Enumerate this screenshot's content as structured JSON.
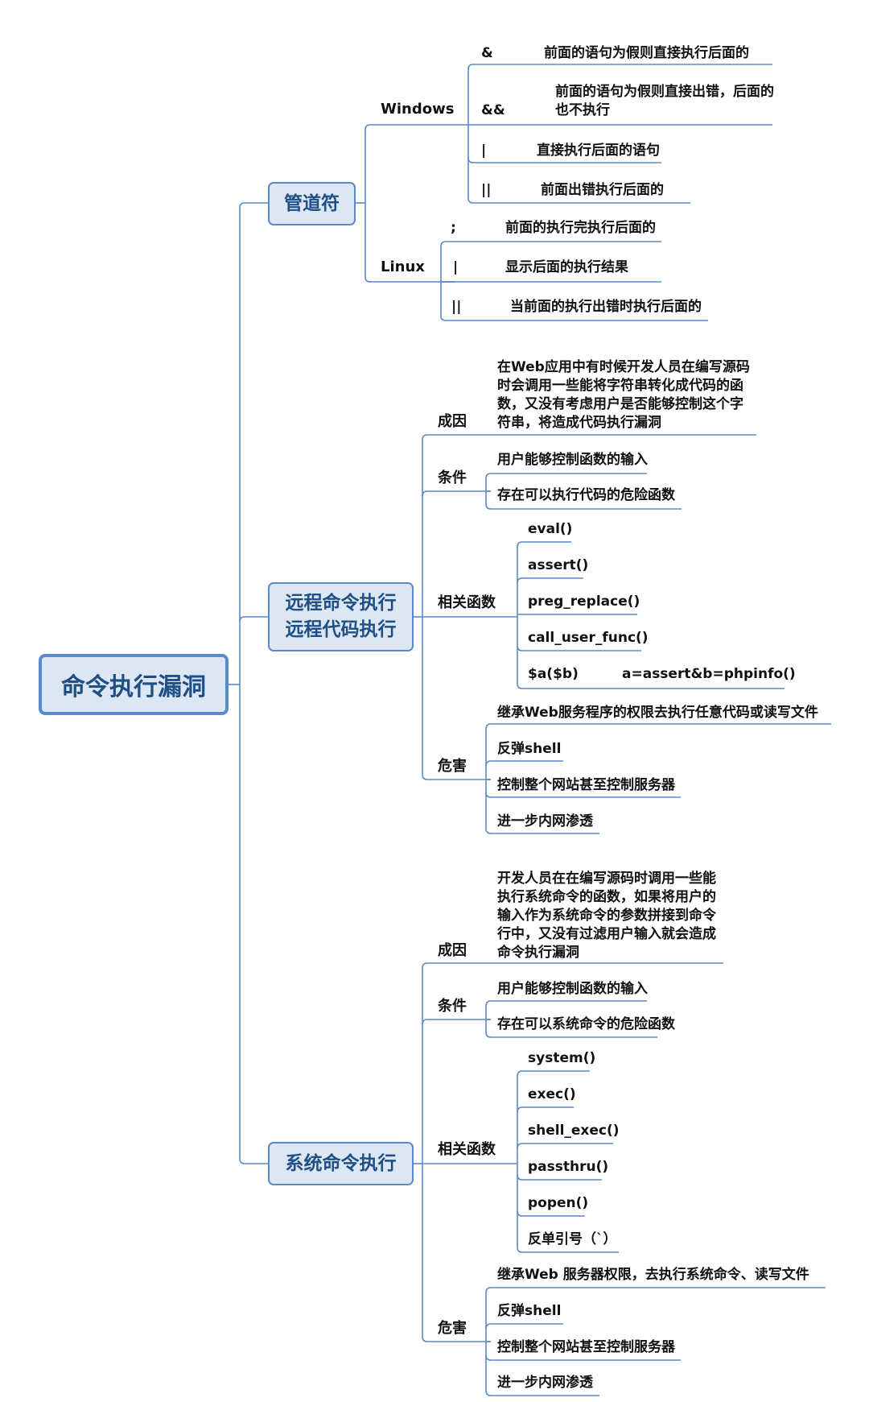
{
  "root": "命令执行漏洞",
  "pipe": {
    "title": "管道符",
    "windows": {
      "label": "Windows",
      "items": [
        {
          "key": "&",
          "desc": "前面的语句为假则直接执行后面的"
        },
        {
          "key": "&&",
          "desc": "前面的语句为假则直接出错，后面的也不执行"
        },
        {
          "key": "|",
          "desc": "直接执行后面的语句"
        },
        {
          "key": "||",
          "desc": "前面出错执行后面的"
        }
      ]
    },
    "linux": {
      "label": "Linux",
      "items": [
        {
          "key": ";",
          "desc": "前面的执行完执行后面的"
        },
        {
          "key": "|",
          "desc": "显示后面的执行结果"
        },
        {
          "key": "||",
          "desc": "当前面的执行出错时执行后面的"
        }
      ]
    }
  },
  "rce": {
    "title": "远程命令执行\n远程代码执行",
    "cause_label": "成因",
    "cause": "在Web应用中有时候开发人员在编写源码时会调用一些能将字符串转化成代码的函数，又没有考虑用户是否能够控制这个字符串，将造成代码执行漏洞",
    "cond_label": "条件",
    "conditions": [
      "用户能够控制函数的输入",
      "存在可以执行代码的危险函数"
    ],
    "func_label": "相关函数",
    "functions": [
      "eval()",
      "assert()",
      "preg_replace()",
      "call_user_func()",
      "$a($b)"
    ],
    "func_note": "a=assert&b=phpinfo()",
    "harm_label": "危害",
    "harms": [
      "继承Web服务程序的权限去执行任意代码或读写文件",
      "反弹shell",
      "控制整个网站甚至控制服务器",
      "进一步内网渗透"
    ]
  },
  "sys": {
    "title": "系统命令执行",
    "cause_label": "成因",
    "cause": "开发人员在在编写源码时调用一些能执行系统命令的函数，如果将用户的输入作为系统命令的参数拼接到命令行中，又没有过滤用户输入就会造成命令执行漏洞",
    "cond_label": "条件",
    "conditions": [
      "用户能够控制函数的输入",
      "存在可以系统命令的危险函数"
    ],
    "func_label": "相关函数",
    "functions": [
      "system()",
      "exec()",
      "shell_exec()",
      "passthru()",
      "popen()",
      "反单引号（`）"
    ],
    "harm_label": "危害",
    "harms": [
      "继承Web 服务器权限，去执行系统命令、读写文件",
      "反弹shell",
      "控制整个网站甚至控制服务器",
      "进一步内网渗透"
    ]
  },
  "colors": {
    "line": "#5b8ac9",
    "box_fill": "#dde6f3",
    "box_text": "#1f4f85"
  }
}
